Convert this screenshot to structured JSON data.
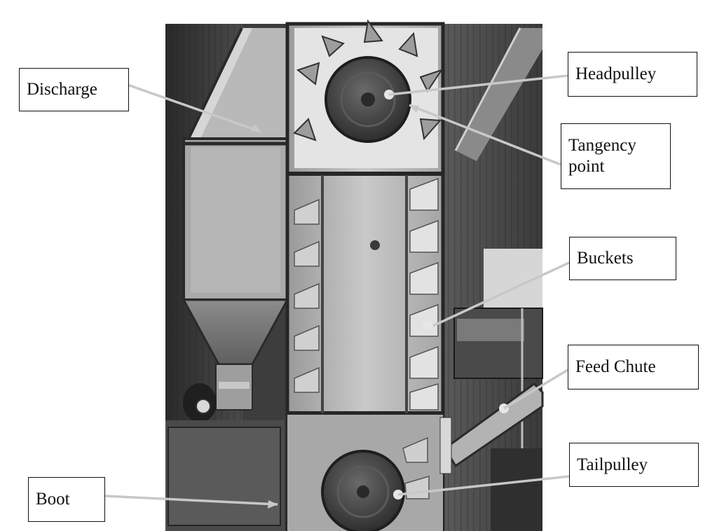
{
  "figure": {
    "labels": [
      {
        "id": "discharge",
        "text": "Discharge"
      },
      {
        "id": "headpulley",
        "text": "Headpulley"
      },
      {
        "id": "tangency",
        "text": "Tangency\npoint"
      },
      {
        "id": "buckets",
        "text": "Buckets"
      },
      {
        "id": "feed-chute",
        "text": "Feed Chute"
      },
      {
        "id": "tailpulley",
        "text": "Tailpulley"
      },
      {
        "id": "boot",
        "text": "Boot"
      }
    ]
  }
}
